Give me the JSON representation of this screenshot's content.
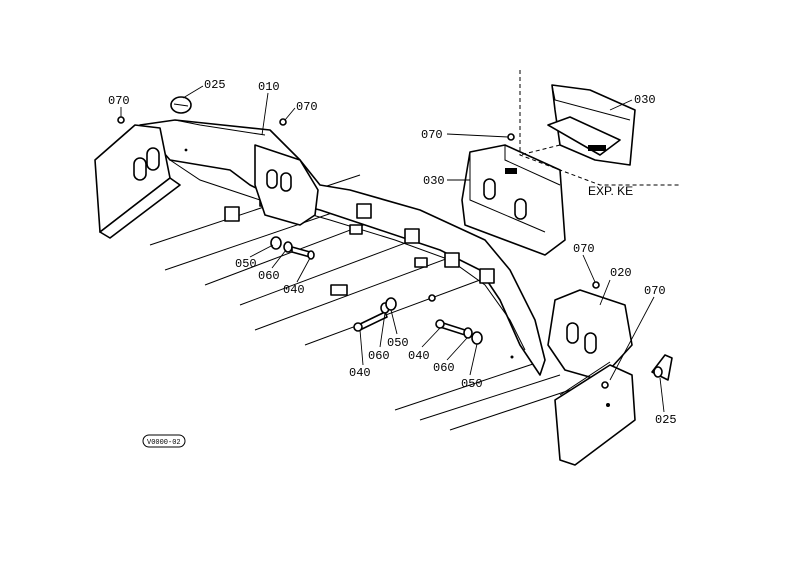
{
  "labels": {
    "p070": "070",
    "p025": "025",
    "p010": "010",
    "p030": "030",
    "p020": "020",
    "p050": "050",
    "p060": "060",
    "p040": "040"
  },
  "exp_label": "EXP. KE",
  "drawing_code": "V0000-02"
}
